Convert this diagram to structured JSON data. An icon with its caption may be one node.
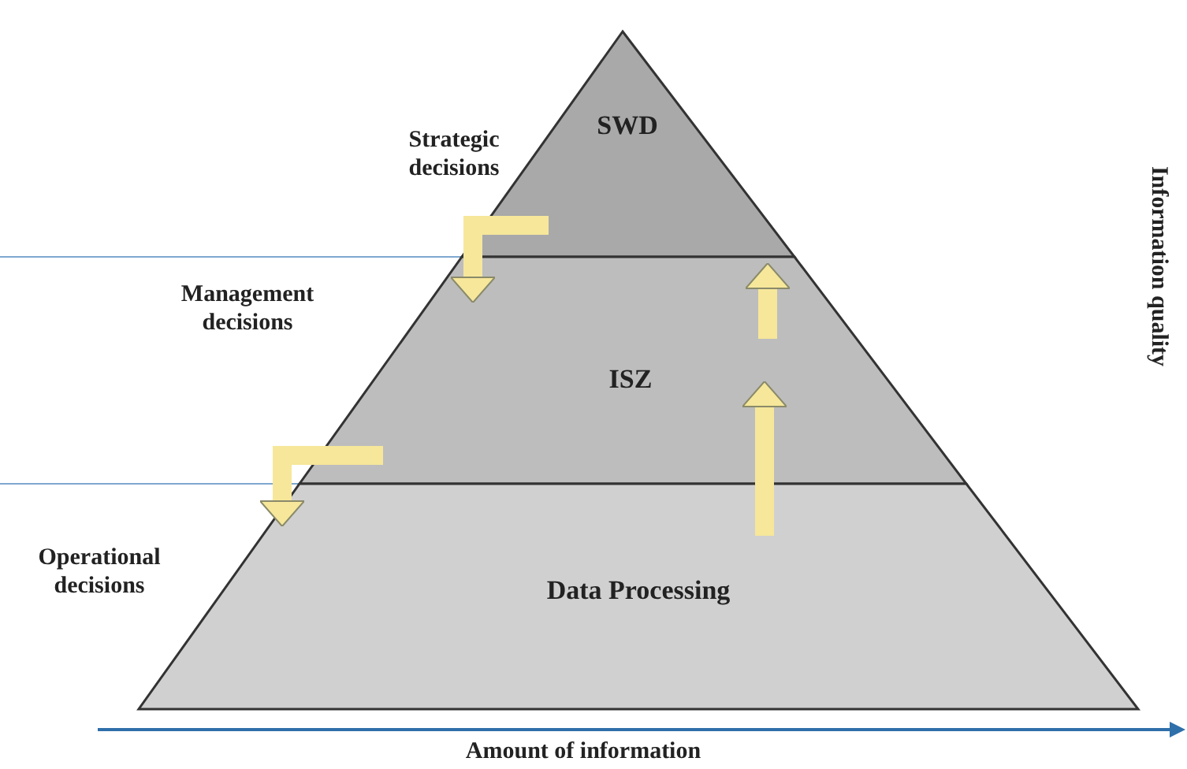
{
  "diagram": {
    "nodes": [
      {
        "text": [
          "SWD"
        ]
      },
      {
        "text": [
          "ISZ"
        ]
      },
      {
        "text": [
          "Data Processing"
        ]
      }
    ],
    "edges": [
      {
        "from": 2,
        "to": 1,
        "arrow": "to"
      },
      {
        "from": 1,
        "to": 0,
        "arrow": "to"
      },
      {
        "from": 0,
        "to": 1,
        "arrow": "to"
      },
      {
        "from": 1,
        "to": 2,
        "arrow": "to"
      }
    ],
    "labels": [
      "Strategic decisions",
      "Management decisions",
      "Operational decisions",
      "Information quality",
      "Amount of information"
    ]
  }
}
